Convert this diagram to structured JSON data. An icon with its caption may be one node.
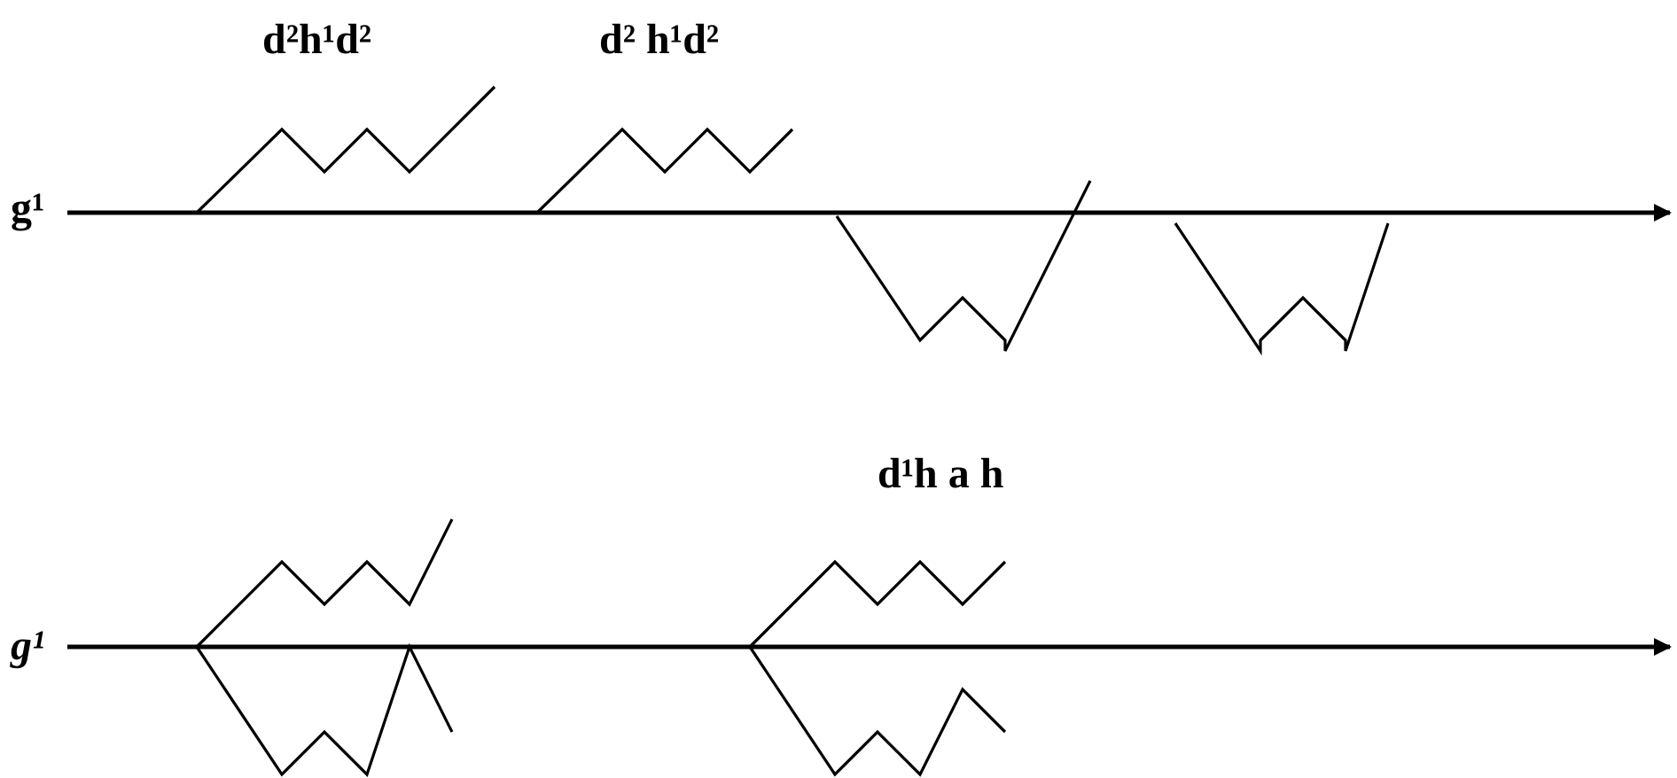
{
  "diagram": {
    "labels": [
      "d²h¹d²",
      "d² h¹d²",
      "g¹",
      "d¹h a h",
      "g¹"
    ]
  }
}
